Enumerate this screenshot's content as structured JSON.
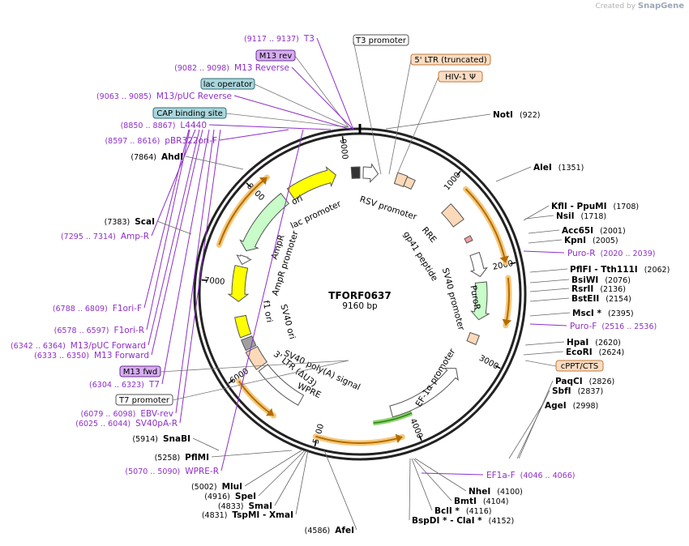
{
  "credit": {
    "prefix": "Created by",
    "brand": "SnapGene"
  },
  "plasmid": {
    "name": "TFORF0637",
    "length": "9160 bp",
    "total_bp": 9160
  },
  "ruler": [
    "1000",
    "2000",
    "3000",
    "4000",
    "5000",
    "6000",
    "7000",
    "8000",
    "9000"
  ],
  "colors": {
    "primer": "#8e2fc9",
    "promoter_fill": "#ffffff",
    "ltr_fill": "#fcd9b9",
    "ori_fill": "#ffff00",
    "ampr_fill": "#c8fcc8",
    "puro_fill": "#c8fcc8",
    "orange_band": "#f5c87a",
    "misc_grey": "#a0a0a0"
  },
  "primers_top": [
    {
      "range": "(9117 .. 9137)",
      "name": "T3"
    },
    {
      "range": "(9082 .. 9098)",
      "name": "M13 Reverse"
    },
    {
      "range": "(9063 .. 9085)",
      "name": "M13/pUC Reverse"
    },
    {
      "range": "(8850 .. 8867)",
      "name": "L4440"
    },
    {
      "range": "(8597 .. 8616)",
      "name": "pBR322ori-F"
    },
    {
      "range": "(7295 .. 7314)",
      "name": "Amp-R"
    },
    {
      "range": "(6788 .. 6809)",
      "name": "F1ori-F"
    },
    {
      "range": "(6578 .. 6597)",
      "name": "F1ori-R"
    },
    {
      "range": "(6342 .. 6364)",
      "name": "M13/pUC Forward"
    },
    {
      "range": "(6333 .. 6350)",
      "name": "M13 Forward"
    },
    {
      "range": "(6304 .. 6323)",
      "name": "T7"
    },
    {
      "range": "(6079 .. 6098)",
      "name": "EBV-rev"
    },
    {
      "range": "(6025 .. 6044)",
      "name": "SV40pA-R"
    },
    {
      "range": "(5070 .. 5090)",
      "name": "WPRE-R"
    },
    {
      "range": "(4046 .. 4066)",
      "name": "EF1a-F"
    },
    {
      "range": "(2020 .. 2039)",
      "name": "Puro-R"
    },
    {
      "range": "(2516 .. 2536)",
      "name": "Puro-F"
    }
  ],
  "sites_left": [
    {
      "name": "AhdI",
      "pos": "(7864)"
    },
    {
      "name": "ScaI",
      "pos": "(7383)"
    },
    {
      "name": "SnaBI",
      "pos": "(5914)"
    },
    {
      "name": "PflMI",
      "pos": "(5258)"
    },
    {
      "name": "MluI",
      "pos": "(5002)"
    },
    {
      "name": "SpeI",
      "pos": "(4916)"
    },
    {
      "name": "SmaI",
      "pos": "(4833)"
    },
    {
      "name": "TspMI - XmaI",
      "pos": "(4831)"
    },
    {
      "name": "AfeI",
      "pos": "(4586)"
    }
  ],
  "sites_right": [
    {
      "name": "NotI",
      "pos": "(922)"
    },
    {
      "name": "AleI",
      "pos": "(1351)"
    },
    {
      "name": "KflI - PpuMI",
      "pos": "(1708)"
    },
    {
      "name": "NsiI",
      "pos": "(1718)"
    },
    {
      "name": "Acc65I",
      "pos": "(2001)"
    },
    {
      "name": "KpnI",
      "pos": "(2005)"
    },
    {
      "name": "PflFI - Tth111I",
      "pos": "(2062)"
    },
    {
      "name": "BsiWI",
      "pos": "(2076)"
    },
    {
      "name": "RsrII",
      "pos": "(2136)"
    },
    {
      "name": "BstEII",
      "pos": "(2154)"
    },
    {
      "name": "MscI *",
      "pos": "(2395)"
    },
    {
      "name": "HpaI",
      "pos": "(2620)"
    },
    {
      "name": "EcoRI",
      "pos": "(2624)"
    },
    {
      "name": "PaqCI",
      "pos": "(2826)"
    },
    {
      "name": "SbfI",
      "pos": "(2837)"
    },
    {
      "name": "AgeI",
      "pos": "(2998)"
    },
    {
      "name": "NheI",
      "pos": "(4100)"
    },
    {
      "name": "BmtI",
      "pos": "(4104)"
    },
    {
      "name": "BclI *",
      "pos": "(4116)"
    },
    {
      "name": "BspDI * - ClaI *",
      "pos": "(4152)"
    }
  ],
  "boxed_labels": [
    {
      "name": "M13 rev",
      "style": "purple"
    },
    {
      "name": "lac operator",
      "style": "teal"
    },
    {
      "name": "CAP binding site",
      "style": "teal"
    },
    {
      "name": "M13 fwd",
      "style": "purple"
    },
    {
      "name": "T7 promoter",
      "style": "white"
    },
    {
      "name": "T3 promoter",
      "style": "white"
    },
    {
      "name": "5' LTR (truncated)",
      "style": "peach"
    },
    {
      "name": "HIV-1 Ψ",
      "style": "peach"
    },
    {
      "name": "cPPT/CTS",
      "style": "peach"
    }
  ],
  "inner_labels": [
    "ori",
    "lac promoter",
    "RSV promoter",
    "RRE",
    "gp41 peptide",
    "SV40 promoter",
    "PuroR",
    "EF-1α promoter",
    "WPRE",
    "3' LTR (ΔU3)",
    "SV40 poly(A) signal",
    "SV40 ori",
    "f1 ori",
    "AmpR promoter",
    "AmpR"
  ]
}
